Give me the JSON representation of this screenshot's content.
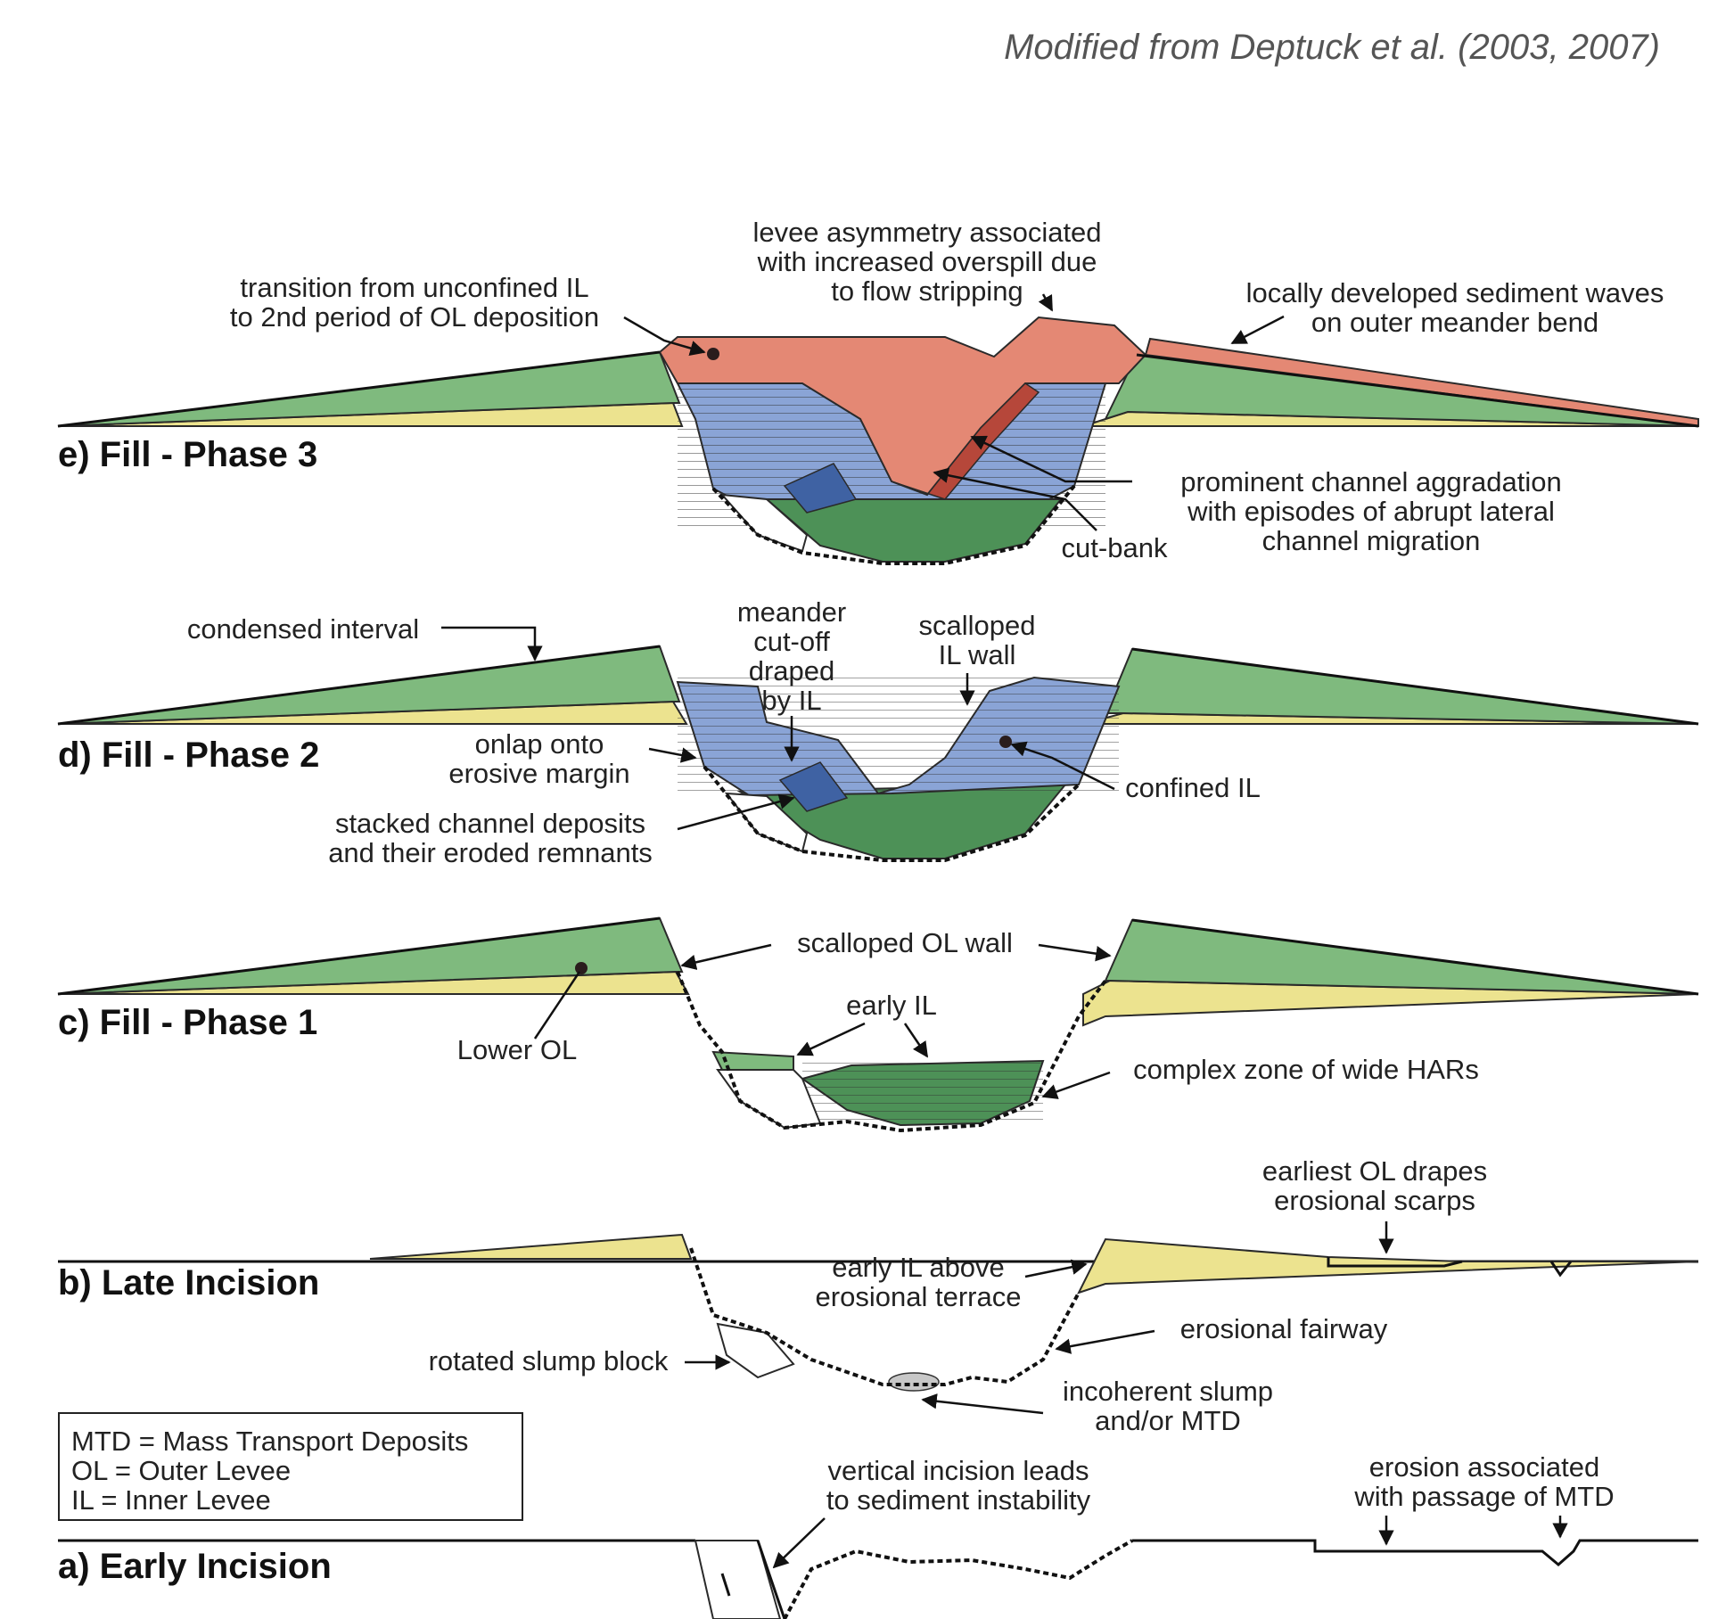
{
  "credit": "Modified from Deptuck et al. (2003, 2007)",
  "panels": {
    "e": {
      "label": "e) Fill - Phase 3",
      "annotations": {
        "transition_1": "transition from unconfined IL",
        "transition_2": "to 2nd period of OL deposition",
        "asym_1": "levee asymmetry associated",
        "asym_2": "with increased overspill due",
        "asym_3": "to flow stripping",
        "waves_1": "locally developed sediment waves",
        "waves_2": "on outer meander bend",
        "aggr_1": "prominent channel aggradation",
        "aggr_2": "with episodes of abrupt lateral",
        "aggr_3": "channel migration",
        "cutbank": "cut-bank"
      }
    },
    "d": {
      "label": "d) Fill - Phase 2",
      "annotations": {
        "condensed": "condensed interval",
        "meander_1": "meander",
        "meander_2": "cut-off",
        "meander_3": "draped",
        "meander_4": "by IL",
        "scalloped_1": "scalloped",
        "scalloped_2": "IL wall",
        "onlap_1": "onlap onto",
        "onlap_2": "erosive margin",
        "confined": "confined IL",
        "stacked_1": "stacked channel deposits",
        "stacked_2": "and their eroded remnants"
      }
    },
    "c": {
      "label": "c) Fill - Phase 1",
      "annotations": {
        "scalloped_ol": "scalloped OL wall",
        "early_il": "early IL",
        "lower_ol": "Lower OL",
        "complex": "complex zone of wide HARs"
      }
    },
    "b": {
      "label": "b) Late Incision",
      "annotations": {
        "earliest_1": "earliest OL drapes",
        "earliest_2": "erosional scarps",
        "early_il_1": "early IL above",
        "early_il_2": "erosional terrace",
        "fairway": "erosional fairway",
        "rotated": "rotated slump block",
        "incoherent_1": "incoherent slump",
        "incoherent_2": "and/or MTD"
      }
    },
    "a": {
      "label": "a) Early Incision",
      "annotations": {
        "vertical_1": "vertical incision leads",
        "vertical_2": "to sediment instability",
        "erosion_1": "erosion associated",
        "erosion_2": "with passage of MTD"
      }
    }
  },
  "legend": {
    "line1": "MTD = Mass Transport Deposits",
    "line2": "OL = Outer Levee",
    "line3": "IL = Inner Levee"
  },
  "colors": {
    "outer_levee_green": "#7fba7e",
    "outer_levee_yellow": "#ece38f",
    "inner_levee_blue": "#8aa4d6",
    "fill_red": "#e48874",
    "har_green": "#4d9157"
  }
}
